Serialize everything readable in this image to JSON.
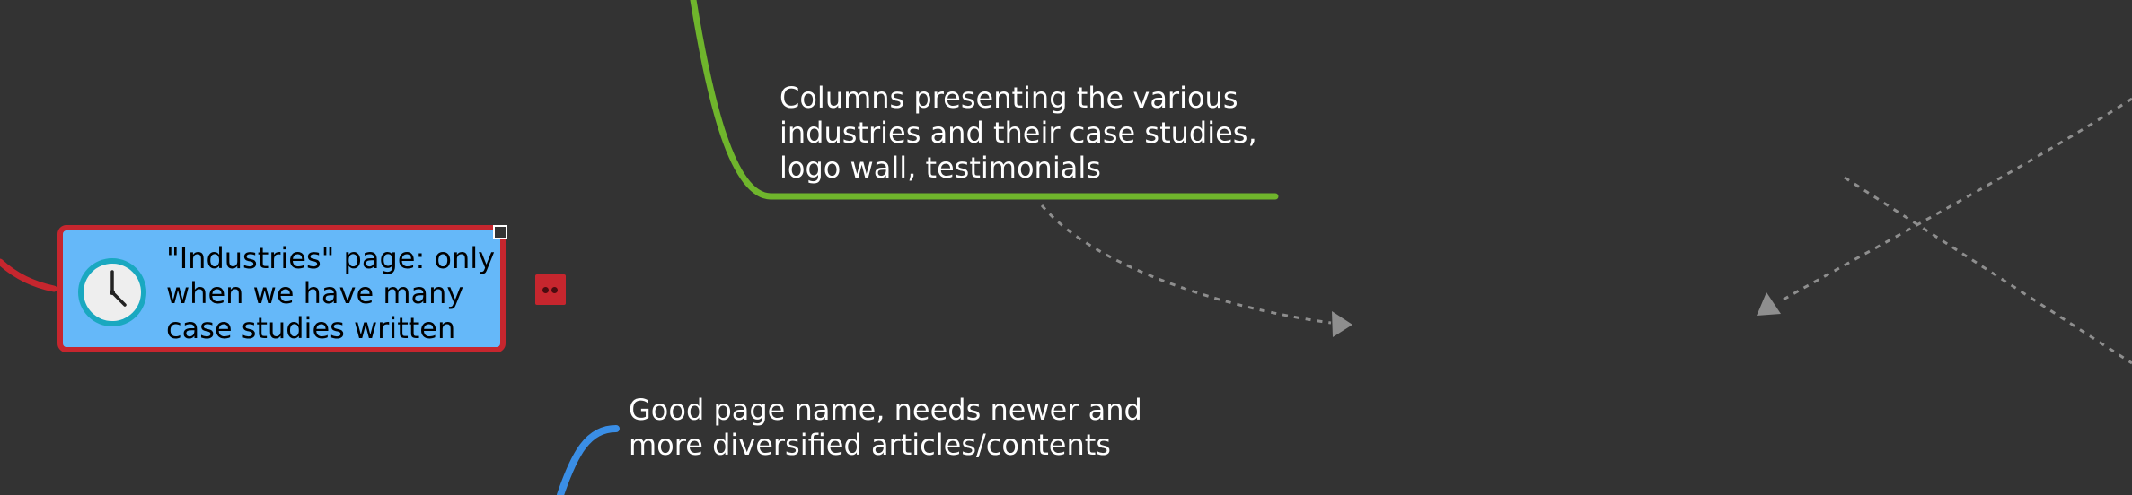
{
  "map": {
    "main_topic": {
      "text": "\"Industries\" page: only\nwhen we have many\ncase studies written",
      "icon": "clock-icon",
      "fill_color": "#65b8f9",
      "border_color": "#c6262e"
    },
    "green_topic": {
      "text": "Columns presenting the various\nindustries and their case studies,\nlogo wall, testimonials",
      "branch_color": "#6fb52c"
    },
    "blue_topic": {
      "text": "Good page name, needs newer and\nmore diversified articles/contents",
      "branch_color": "#3a8ee6"
    },
    "relationship_line_color": "#8e8e8e",
    "background_color": "#333333"
  }
}
